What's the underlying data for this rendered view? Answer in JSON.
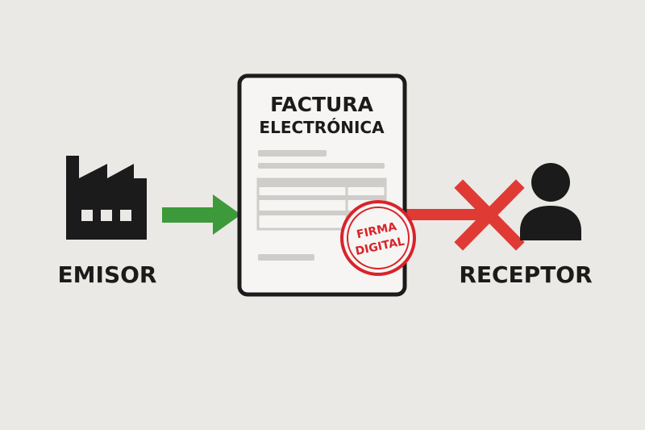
{
  "document": {
    "title_line1": "FACTURA",
    "title_line2": "ELECTRÓNICA"
  },
  "stamp": {
    "line1": "FIRMA",
    "line2": "DIGITAL"
  },
  "sender": {
    "label": "EMISOR",
    "icon": "factory-icon"
  },
  "receiver": {
    "label": "RECEPTOR",
    "icon": "person-icon"
  },
  "colors": {
    "background": "#ebe9e5",
    "ink": "#1b1b1b",
    "document_fill": "#f6f5f3",
    "placeholder": "#cfcdca",
    "accept_green": "#3d9a3a",
    "reject_red": "#e03a35",
    "stamp_red": "#d8242a"
  }
}
